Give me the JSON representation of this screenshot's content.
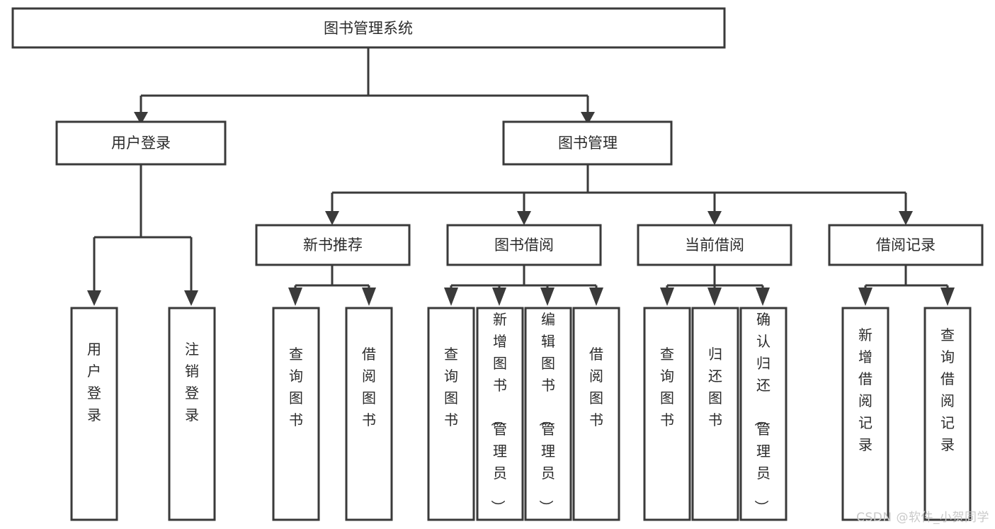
{
  "diagram": {
    "title": "图书管理系统",
    "type": "hierarchy-tree",
    "root": {
      "id": "root",
      "label": "图书管理系统"
    },
    "level2": [
      {
        "id": "user-login",
        "label": "用户登录"
      },
      {
        "id": "book-manage",
        "label": "图书管理"
      }
    ],
    "level3": [
      {
        "id": "new-book-recommend",
        "label": "新书推荐"
      },
      {
        "id": "book-borrow",
        "label": "图书借阅"
      },
      {
        "id": "current-borrow",
        "label": "当前借阅"
      },
      {
        "id": "borrow-record",
        "label": "借阅记录"
      }
    ],
    "leaves": {
      "user_login": [
        {
          "id": "leaf-user-login",
          "label": "用户登录"
        },
        {
          "id": "leaf-logout-login",
          "label": "注销登录"
        }
      ],
      "new_book_recommend": [
        {
          "id": "leaf-query-book-1",
          "label": "查询图书"
        },
        {
          "id": "leaf-borrow-book-1",
          "label": "借阅图书"
        }
      ],
      "book_borrow": [
        {
          "id": "leaf-query-book-2",
          "label": "查询图书"
        },
        {
          "id": "leaf-add-book",
          "label": "新增图书（管理员）"
        },
        {
          "id": "leaf-edit-book",
          "label": "编辑图书（管理员）"
        },
        {
          "id": "leaf-borrow-book-2",
          "label": "借阅图书"
        }
      ],
      "current_borrow": [
        {
          "id": "leaf-query-book-3",
          "label": "查询图书"
        },
        {
          "id": "leaf-return-book",
          "label": "归还图书"
        },
        {
          "id": "leaf-confirm-return",
          "label": "确认归还（管理员）"
        }
      ],
      "borrow_record": [
        {
          "id": "leaf-add-record",
          "label": "新增借阅记录"
        },
        {
          "id": "leaf-query-record",
          "label": "查询借阅记录"
        }
      ]
    }
  },
  "watermark": {
    "text": "CSDN @软件_小贺同学"
  },
  "colors": {
    "stroke": "#3a3a3a",
    "box_fill": "#ffffff",
    "text": "#2b2b2b",
    "background": "#ffffff",
    "watermark": "#c9c9c9"
  }
}
